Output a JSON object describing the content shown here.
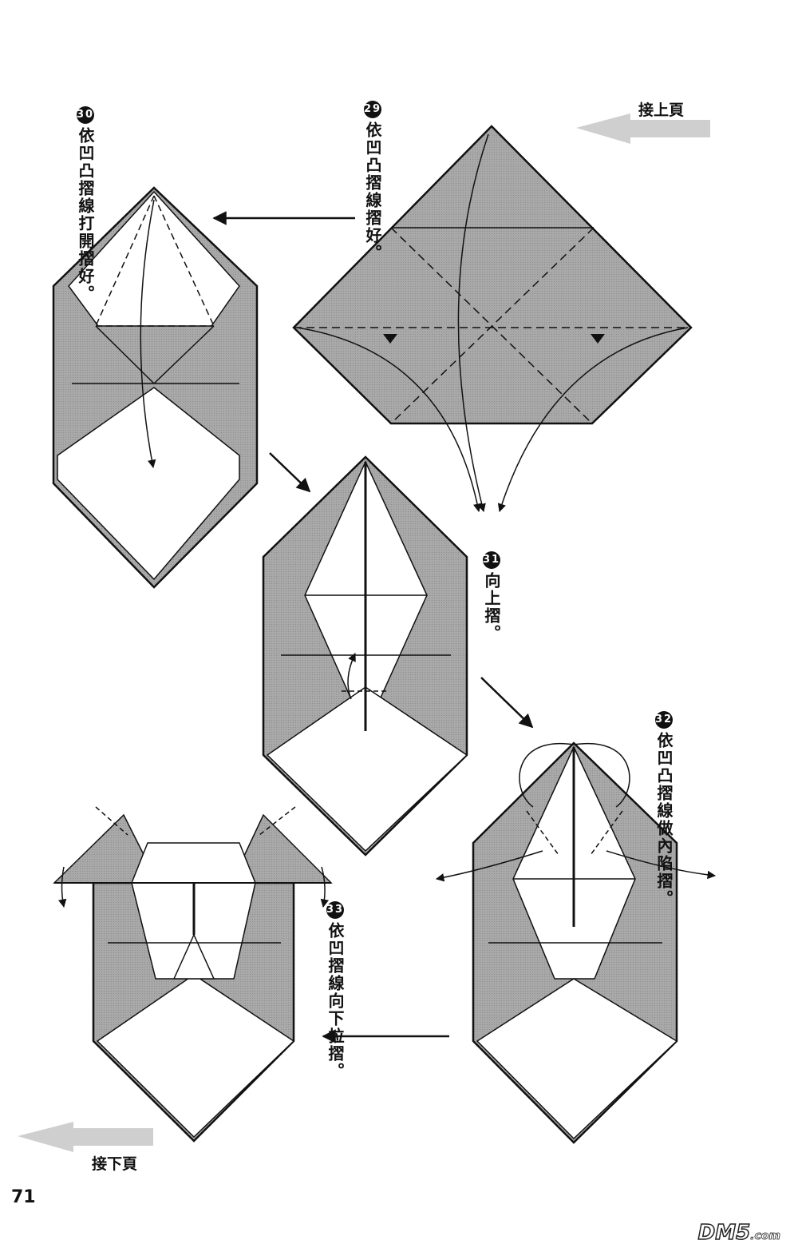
{
  "nav": {
    "prev_page": "接上頁",
    "next_page": "接下頁"
  },
  "page_number": "71",
  "watermark": {
    "main": "DM5",
    "suffix": ".com"
  },
  "steps": [
    {
      "num": "29",
      "line1": "依凹凸摺線",
      "line2": "摺好。"
    },
    {
      "num": "30",
      "line1": "依凹凸摺線",
      "line2": "打開摺好。"
    },
    {
      "num": "31",
      "line1": "向上摺。",
      "line2": ""
    },
    {
      "num": "32",
      "line1": "依凹凸摺線",
      "line2": "做內陷摺。"
    },
    {
      "num": "33",
      "line1": "依凹摺線",
      "line2": "向下拉摺。"
    }
  ],
  "colors": {
    "paper_gray": "#a9a9a9",
    "paper_white": "#ffffff",
    "line": "#111111",
    "nav_arrow": "#cfcfcf"
  }
}
